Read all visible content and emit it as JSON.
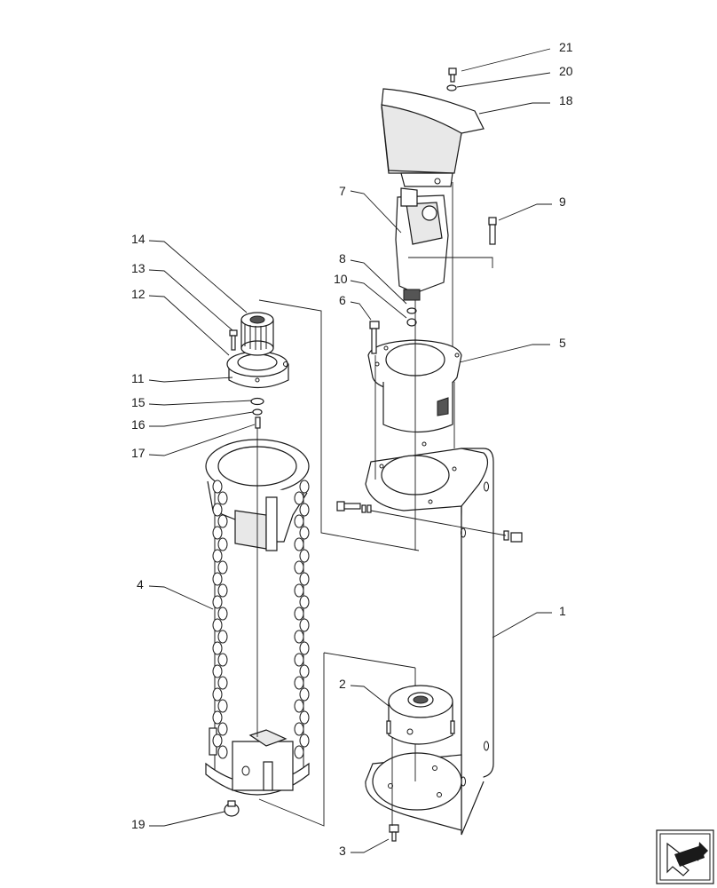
{
  "callouts": [
    {
      "id": "c21",
      "text": "21"
    },
    {
      "id": "c20",
      "text": "20"
    },
    {
      "id": "c18",
      "text": "18"
    },
    {
      "id": "c7",
      "text": "7"
    },
    {
      "id": "c9",
      "text": "9"
    },
    {
      "id": "c8",
      "text": "8"
    },
    {
      "id": "c10",
      "text": "10"
    },
    {
      "id": "c6",
      "text": "6"
    },
    {
      "id": "c5",
      "text": "5"
    },
    {
      "id": "c14",
      "text": "14"
    },
    {
      "id": "c13",
      "text": "13"
    },
    {
      "id": "c12",
      "text": "12"
    },
    {
      "id": "c11",
      "text": "11"
    },
    {
      "id": "c15",
      "text": "15"
    },
    {
      "id": "c16",
      "text": "16"
    },
    {
      "id": "c17",
      "text": "17"
    },
    {
      "id": "c4",
      "text": "4"
    },
    {
      "id": "c1",
      "text": "1"
    },
    {
      "id": "c2",
      "text": "2"
    },
    {
      "id": "c19",
      "text": "19"
    },
    {
      "id": "c3",
      "text": "3"
    }
  ],
  "nav_icon": "next-page-arrow-icon"
}
